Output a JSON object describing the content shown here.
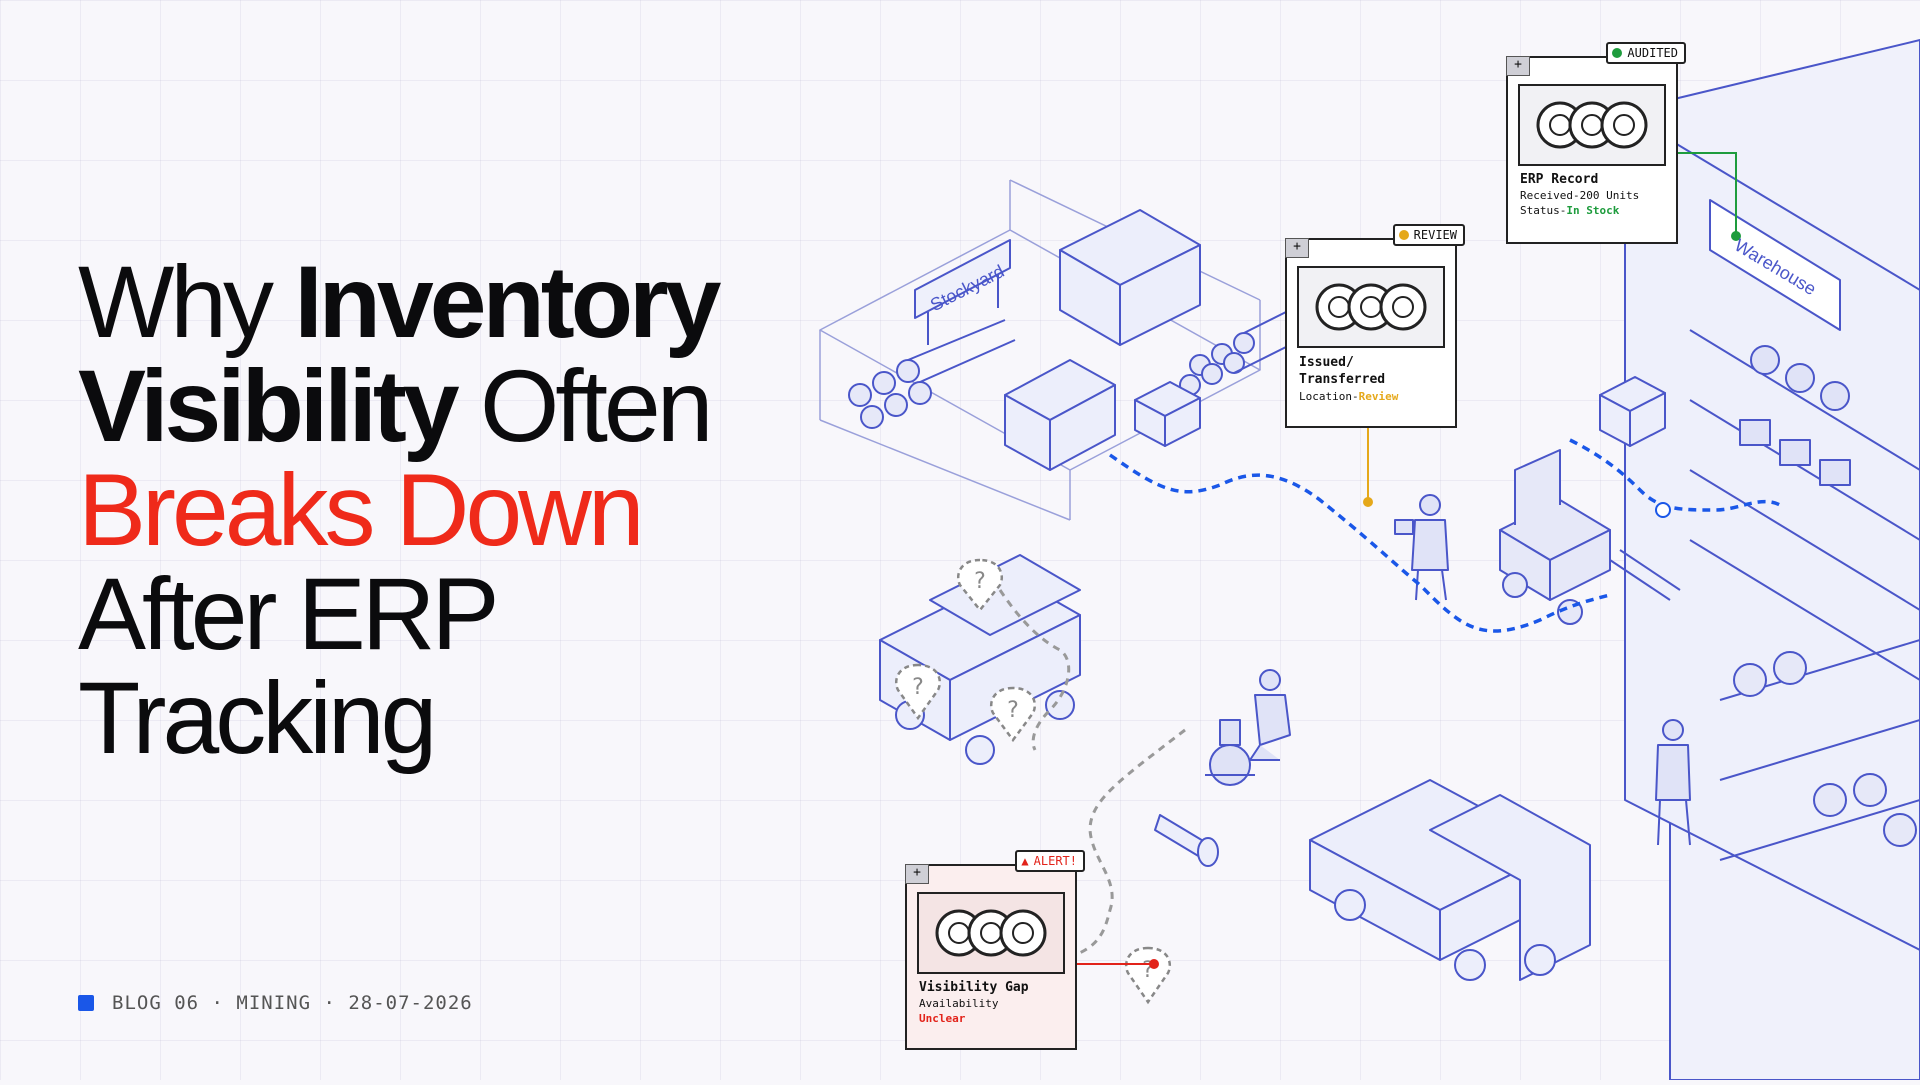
{
  "headline": {
    "line1_regular": "Why",
    "line1_bold": "Inventory",
    "line2_bold": "Visibility",
    "line2_regular": "Often",
    "line3_red": "Breaks Down",
    "line4": "After ERP",
    "line5": "Tracking"
  },
  "meta": {
    "text": "BLOG 06 · MINING · 28-07-2026"
  },
  "colors": {
    "accent_red": "#ef2a1a",
    "accent_blue": "#1a57e8",
    "illustration_blue": "#4a56c9",
    "audited_green": "#1e9c3d",
    "review_yellow": "#e5a81a"
  },
  "scene": {
    "stockyard_sign": "Stockyard",
    "warehouse_sign": "Warehouse"
  },
  "cards": {
    "erp": {
      "corner": "+",
      "badge": "AUDITED",
      "title": "ERP Record",
      "line1": "Received-200 Units",
      "line2_label": "Status-",
      "line2_value": "In Stock"
    },
    "review": {
      "corner": "+",
      "badge": "REVIEW",
      "title": "Issued/ Transferred",
      "line1_label": "Location-",
      "line1_value": "Review"
    },
    "alert": {
      "corner": "+",
      "badge": "ALERT!",
      "title": "Visibility Gap",
      "line1": "Availability",
      "line2": "Unclear"
    }
  }
}
